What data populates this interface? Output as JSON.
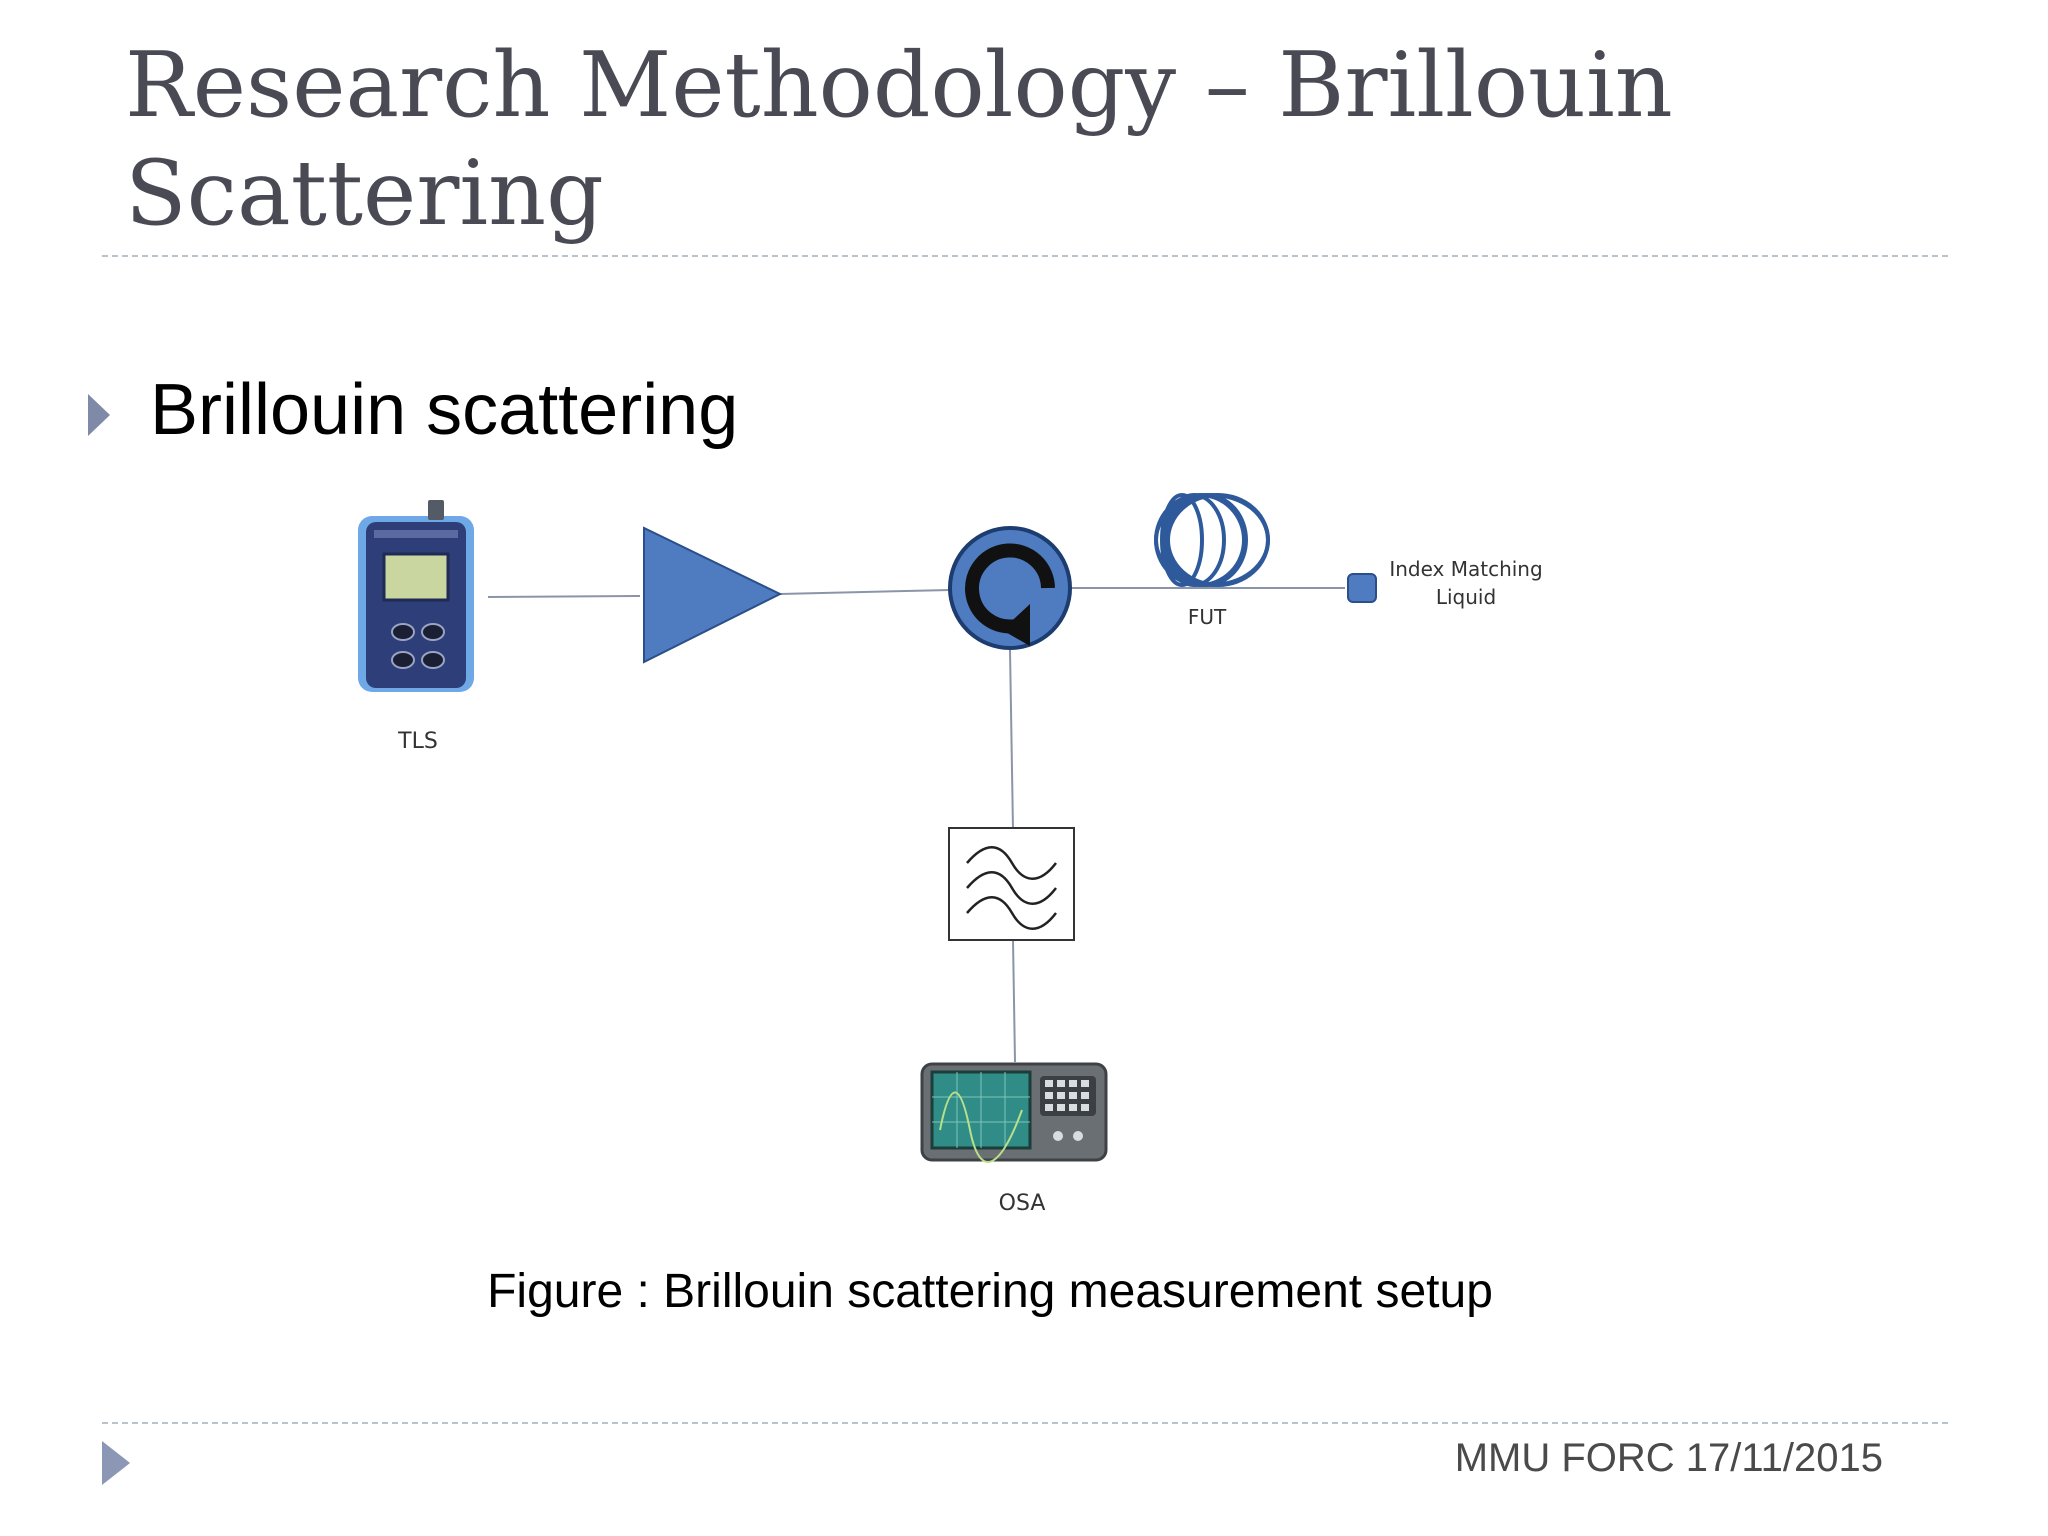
{
  "slide": {
    "title": "Research Methodology – Brillouin Scattering",
    "bullet": "Brillouin scattering",
    "caption": "Figure : Brillouin scattering measurement setup",
    "footer": "MMU FORC 17/11/2015"
  },
  "diagram": {
    "labels": {
      "tls": "TLS",
      "fut": "FUT",
      "index_matching_line1": "Index Matching",
      "index_matching_line2": "Liquid",
      "osa": "OSA"
    },
    "components": [
      "tunable-laser-source",
      "amplifier",
      "circulator",
      "fiber-coil",
      "index-matching-liquid",
      "filter",
      "optical-spectrum-analyzer"
    ],
    "colors": {
      "component_blue": "#4f7cc0",
      "component_outline": "#2a4f8a",
      "device_body": "#2d3e78",
      "osa_screen": "#2f8c86",
      "osa_body": "#6a6f73"
    }
  }
}
